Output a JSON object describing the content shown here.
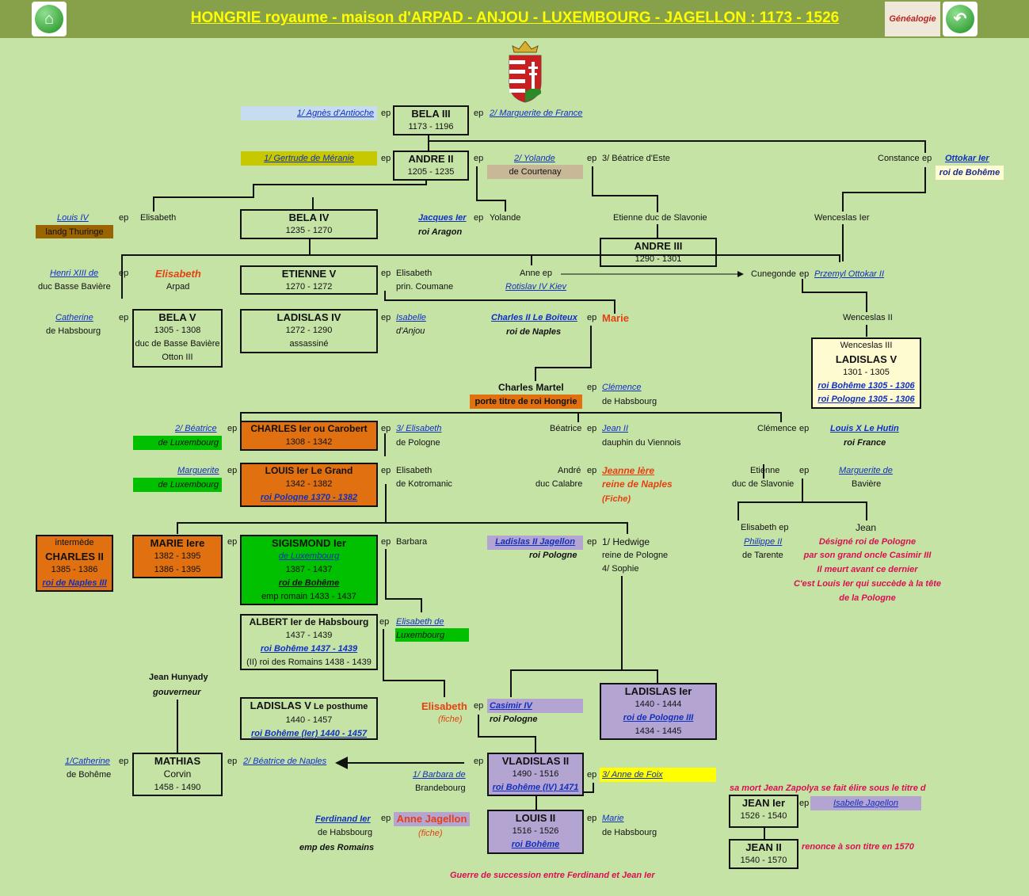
{
  "title": "HONGRIE royaume - maison d'ARPAD - ANJOU - LUXEMBOURG - JAGELLON : 1173 - 1526",
  "nav": {
    "home_icon": "home-icon",
    "back_icon": "back-arrow-icon",
    "genealogie_label": "Généalogie"
  },
  "colors": {
    "background": "#c6e3a6",
    "header": "#86a14a",
    "title": "#ffff00",
    "link": "#1030c0",
    "orange": "#e07010",
    "green": "#00c000",
    "purple": "#b4a4d2"
  },
  "labels": {
    "ep1": "ep",
    "ep2": "ep",
    "ep3": "ep",
    "ep4": "ep",
    "ep5": "ep",
    "ep6": "ep",
    "ep7": "ep",
    "ep8": "ep",
    "ep9": "ep",
    "ep10": "ep",
    "ep11": "ep",
    "ep12": "ep",
    "ep13": "ep",
    "ep14": "ep",
    "ep15": "ep",
    "ep16": "ep",
    "ep17": "ep",
    "ep18": "ep",
    "ep19": "ep",
    "ep20": "ep",
    "ep21": "ep",
    "ep22": "ep",
    "ep23": "ep",
    "ep24": "ep",
    "ep25": "ep",
    "ep26": "ep",
    "ep27": "ep",
    "ep28": "ep",
    "ep29": "ep",
    "ep30": "ep",
    "ep31": "ep",
    "ep32": "ep",
    "ep33": "ep",
    "ep34": "ep",
    "ep35": "ep",
    "ep36": "ep",
    "ep37": "ep",
    "ep38": "ep",
    "agnes": "1/ Agnès d'Antioche",
    "marguerite_france": "2/ Marguerite de France",
    "gertrude": "1/ Gertrude de Méranie",
    "yolande2": "2/ Yolande",
    "courtenay": "de Courtenay",
    "beatrice_este": "3/ Béatrice d'Este",
    "constance": "Constance",
    "ottokar1": "Ottokar Ier",
    "roi_boheme_a": "roi de Bohême",
    "louis_iv": "Louis IV",
    "landg": "landg Thuringe",
    "elisabeth_a": "Elisabeth",
    "jacques": "Jacques Ier",
    "roi_aragon": "roi Aragon",
    "yolande": "Yolande",
    "etienne_slavonie": "Etienne duc de Slavonie",
    "wenceslas1": "Wenceslas Ier",
    "henri_xiii": "Henri XIII de",
    "duc_basse_baviere": "duc Basse Bavière",
    "elisabeth_arpad": "Elisabeth",
    "arpad": "Arpad",
    "elisabeth_coumane": "Elisabeth",
    "prin_coumane": "prin. Coumane",
    "anne_ep": "Anne ep",
    "rotislav": "Rotislav IV Kiev",
    "cunegonde": "Cunegonde",
    "przemyl": "Przemyl Ottokar II",
    "catherine_h": "Catherine",
    "de_habsbourg_a": "de Habsbourg",
    "isabelle": "Isabelle",
    "danjou": "d'Anjou",
    "charles_boiteux": "Charles II Le Boiteux",
    "roi_naples_a": "roi de Naples",
    "marie_red": "Marie",
    "wenceslas2": "Wenceslas II",
    "charles_martel": "Charles Martel",
    "porte_titre": "porte titre de roi Hongrie",
    "clemence": "Clémence",
    "de_habsbourg_b": "de Habsbourg",
    "beatrice2": "2/ Béatrice",
    "de_luxembourg_a": "de Luxembourg",
    "elisabeth3": "3/ Elisabeth",
    "de_pologne_a": "de Pologne",
    "beatrice": "Béatrice",
    "jean2": "Jean II",
    "dauphin": "dauphin du Viennois",
    "clemence2": "Clémence",
    "louis_x": "Louis X Le Hutin",
    "roi_france": "roi France",
    "marguerite_lux": "Marguerite",
    "de_luxembourg_b": "de Luxembourg",
    "elisabeth_koto": "Elisabeth",
    "kotromanic": "de Kotromanic",
    "andre": "André",
    "duc_calabre": "duc Calabre",
    "jeanne": "Jeanne Ière",
    "reine_naples": "reine de Naples",
    "fiche_a": "(Fiche)",
    "etienne": "Etienne",
    "duc_slavonie": "duc de Slavonie",
    "marguerite_baviere": "Marguerite de",
    "baviere": "Bavière",
    "barbara": "Barbara",
    "ladislas_jag": "Ladislas II Jagellon",
    "roi_pologne_a": "roi Pologne",
    "hedwige": "1/ Hedwige",
    "reine_pologne": "reine de Pologne",
    "sophie": "4/ Sophie",
    "elisabeth_ep": "Elisabeth ep",
    "philippe": "Philippe II",
    "de_tarente": "de Tarente",
    "jean_pol": "Jean",
    "note1": "Désigné roi de Pologne",
    "note2": "par son grand oncle Casimir III",
    "note3": "Il meurt avant ce dernier",
    "note4": "C'est Louis Ier qui succède à la tête",
    "note5": "de la Pologne",
    "elisabeth_lux": "Elisabeth de",
    "luxembourg_c": "Luxembourg",
    "jean_hunyady": "Jean Hunyady",
    "gouverneur": "gouverneur",
    "elisabeth_fiche": "Elisabeth",
    "fiche_b": "(fiche)",
    "casimir": "Casimir IV",
    "roi_pologne_b": "roi Pologne",
    "catherine_b": "1/Catherine",
    "de_boheme": "de Bohême",
    "beatrice_naples": "2/ Béatrice de Naples",
    "barbara_brand": "1/ Barbara de",
    "brandebourg": "Brandebourg",
    "anne_foix": "3/ Anne de Foix",
    "zapolya": "sa mort Jean Zapolya se fait élire sous le titre d",
    "isabelle_jag": "Isabelle Jagellon",
    "ferdinand": "Ferdinand Ier",
    "de_habsbourg_c": "de Habsbourg",
    "emp_romains": "emp des Romains",
    "anne_jag": "Anne Jagellon",
    "fiche_c": "(fiche)",
    "marie_h": "Marie",
    "de_habsbourg_d": "de Habsbourg",
    "renonce": "renonce à son titre en 1570",
    "guerre": "Guerre de succession entre Ferdinand et Jean Ier"
  },
  "boxes": {
    "bela3": {
      "name": "BELA III",
      "l1": "1173 - 1196"
    },
    "andre2": {
      "name": "ANDRE II",
      "l1": "1205 - 1235"
    },
    "bela4": {
      "name": "BELA IV",
      "l1": "1235 - 1270"
    },
    "andre3": {
      "name": "ANDRE III",
      "l1": "1290 - 1301"
    },
    "etienne5": {
      "name": "ETIENNE V",
      "l1": "1270 - 1272"
    },
    "bela5": {
      "name": "BELA V",
      "l1": "1305 - 1308",
      "l2": "duc de Basse Bavière",
      "l3": "Otton III"
    },
    "ladislas4": {
      "name": "LADISLAS IV",
      "l1": "1272 - 1290",
      "l2": "assassiné"
    },
    "ladislas5a": {
      "top": "Wenceslas III",
      "name": "LADISLAS V",
      "l1": "1301 - 1305",
      "l2": "roi Bohême 1305 - 1306",
      "l3": "roi Pologne 1305 - 1306"
    },
    "charles1": {
      "name": "CHARLES Ier ou Carobert",
      "l1": "1308 - 1342"
    },
    "louis1": {
      "name": "LOUIS Ier Le Grand",
      "l1": "1342 - 1382",
      "l2": "roi Pologne 1370 - 1382"
    },
    "charles2": {
      "top": "intermède",
      "name": "CHARLES II",
      "l1": "1385 - 1386",
      "l2": "roi de Naples III"
    },
    "marie1": {
      "name": "MARIE Iere",
      "l1": "1382 - 1395",
      "l2": "1386 - 1395"
    },
    "sigismond": {
      "name": "SIGISMOND Ier",
      "l1": "de Luxembourg",
      "l2": "1387 - 1437",
      "l3": "roi de Bohême",
      "l4": "emp romain 1433 - 1437"
    },
    "albert": {
      "name": "ALBERT Ier de Habsbourg",
      "l1": "1437 - 1439",
      "l2": "roi Bohême 1437 - 1439",
      "l3": "(II) roi des Romains 1438 - 1439"
    },
    "ladislas1": {
      "name": "LADISLAS Ier",
      "l1": "1440 - 1444",
      "l2": "roi de Pologne III",
      "l3": "1434 - 1445"
    },
    "ladislas5b": {
      "name": "LADISLAS V",
      "name2": "Le posthume",
      "l1": "1440 - 1457",
      "l2": "roi Bohême (Ier) 1440 - 1457"
    },
    "mathias": {
      "name": "MATHIAS",
      "l1": "Corvin",
      "l2": "1458 - 1490"
    },
    "vladislas2": {
      "name": "VLADISLAS II",
      "l1": "1490 - 1516",
      "l2": "roi Bohême (IV) 1471"
    },
    "jean1": {
      "name": "JEAN Ier",
      "l1": "1526 - 1540"
    },
    "louis2": {
      "name": "LOUIS II",
      "l1": "1516 - 1526",
      "l2": "roi Bohême"
    },
    "jean2k": {
      "name": "JEAN II",
      "l1": "1540 - 1570"
    }
  }
}
